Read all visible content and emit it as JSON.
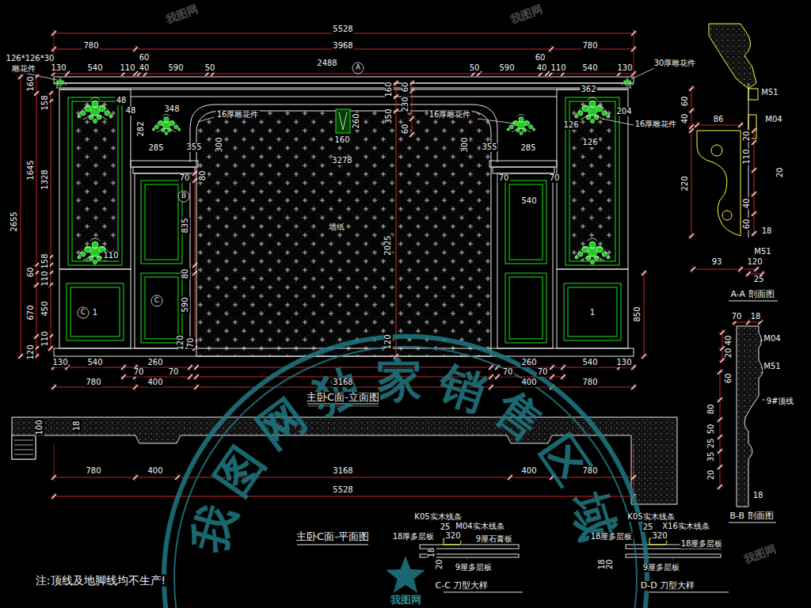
{
  "diagram": {
    "labels": [
      "5528",
      "3968",
      "780",
      "780",
      "2488",
      "60",
      "60",
      "126*126*30",
      "雕花件",
      "130",
      "540",
      "110",
      "40",
      "590",
      "50",
      "50",
      "590",
      "40",
      "110",
      "540",
      "130",
      "30厚雕花件",
      "A",
      "160",
      "158",
      "48",
      "48",
      "348",
      "16厚雕花件",
      "16厚雕花件",
      "362",
      "204",
      "16厚雕花件",
      "126",
      "126",
      "282",
      "285",
      "355",
      "300",
      "260",
      "160",
      "160",
      "350",
      "60",
      "230",
      "60",
      "300",
      "355",
      "285",
      "3278",
      "1645",
      "1328",
      "2655",
      "70",
      "80",
      "B",
      "835",
      "80",
      "C",
      "590",
      "120",
      "70",
      "70",
      "70",
      "540",
      "墙纸",
      "2025",
      "158",
      "110",
      "60",
      "110",
      "670",
      "450",
      "110",
      "120",
      "850",
      "120",
      "130",
      "540",
      "260",
      "260",
      "540",
      "130",
      "70",
      "70",
      "70",
      "70",
      "780",
      "400",
      "400",
      "780",
      "3168",
      "主卧C面-立面图",
      "1",
      "1",
      "C",
      "100",
      "18",
      "780",
      "400",
      "3168",
      "400",
      "780",
      "5528",
      "主卧C面-平面图",
      "注:顶线及地脚线均不生产!",
      "M51",
      "60",
      "40",
      "86",
      "M04",
      "20",
      "110",
      "20",
      "220",
      "40",
      "60",
      "18",
      "M51",
      "93",
      "120",
      "25",
      "A-A 剖面图",
      "70",
      "18",
      "40",
      "20",
      "M04",
      "60",
      "M51",
      "9#顶线",
      "80",
      "50",
      "25",
      "35",
      "20",
      "18",
      "B-B 剖面图",
      "K05实木线条",
      "M04实木线条",
      "25",
      "320",
      "18厚多层板",
      "9厘石膏板",
      "18",
      "20",
      "9厘多层板",
      "C-C 刀型大样",
      "K05实木线条",
      "X16实木线条",
      "25",
      "320",
      "18厘多层板",
      "18厘多层板",
      "18",
      "20",
      "9厘多层板",
      "D-D 刀型大样",
      "我图网独家销售区域",
      "我图网",
      "我图网",
      "我图网",
      "我图网"
    ]
  }
}
